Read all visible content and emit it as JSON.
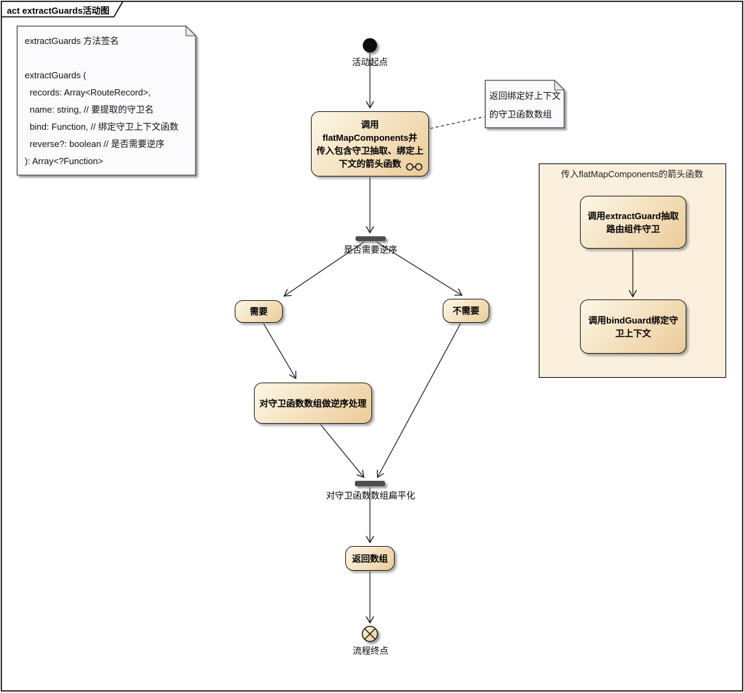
{
  "frame": {
    "title": "act extractGuards活动图"
  },
  "colors": {
    "activity_gradient_start": "#FDF7E7",
    "activity_gradient_end": "#ECCB98",
    "partition_bg": "#FAF0DD",
    "note_bg": "#FBFAFD",
    "fork_join_bar": "#4D4D4D",
    "line_color": "#1A1A1A"
  },
  "signature_note": {
    "lines": [
      "extractGuards 方法签名",
      "",
      "extractGuards (",
      "  records: Array<RouteRecord>,",
      "  name: string, // 要提取的守卫名",
      "  bind: Function, // 绑定守卫上下文函数",
      "  reverse?: boolean // 是否需要逆序",
      "): Array<?Function>"
    ]
  },
  "return_note": {
    "lines": [
      "返回绑定好上下文",
      "的守卫函数数组"
    ]
  },
  "nodes": {
    "start_label": "活动起点",
    "call_flatmap_lines": [
      "调用",
      "flatMapComponents并",
      "传入包含守卫抽取、绑定上",
      "下文的箭头函数"
    ],
    "branch_question": "是否需要逆序",
    "need_label": "需要",
    "no_need_label": "不需要",
    "reverse_label": "对守卫函数数组做逆序处理",
    "join_label": "对守卫函数数组扁平化",
    "return_label": "返回数组",
    "end_label": "流程终点"
  },
  "partition": {
    "title": "传入flatMapComponents的箭头函数",
    "extract_lines": [
      "调用extractGuard抽取",
      "路由组件守卫"
    ],
    "bind_lines": [
      "调用bindGuard绑定守",
      "卫上下文"
    ]
  }
}
